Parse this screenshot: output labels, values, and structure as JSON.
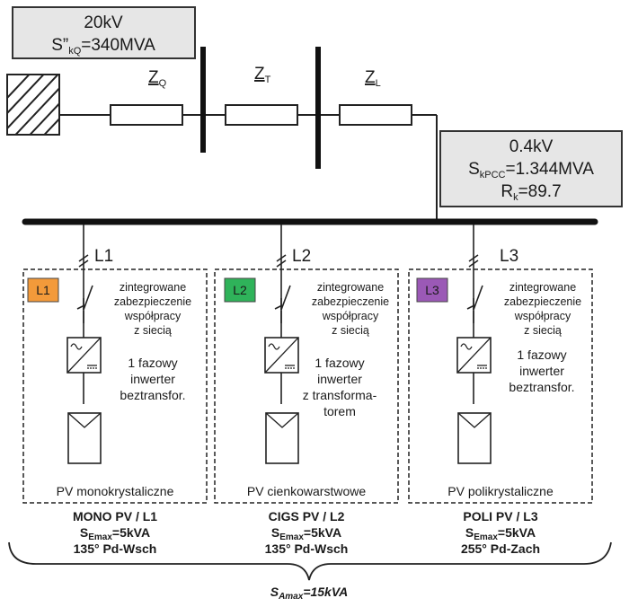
{
  "source": {
    "voltage": "20kV",
    "sk_main": "S”",
    "sk_sub": "kQ",
    "sk_value": "=340MVA"
  },
  "impedances": {
    "zq_main": "Z",
    "zq_sub": "Q",
    "zt_main": "Z",
    "zt_sub": "T",
    "zl_main": "Z",
    "zl_sub": "L"
  },
  "pcc": {
    "voltage": "0.4kV",
    "sk_main": "S",
    "sk_sub": "kPCC",
    "sk_value": "=1.344MVA",
    "rk_main": "R",
    "rk_sub": "k",
    "rk_value": "=89.7"
  },
  "feeders": [
    {
      "line": "L1",
      "badge": "L1",
      "badge_color": "#f39a3a",
      "protection": [
        "zintegrowane",
        "zabezpieczenie",
        "współpracy",
        "z siecią"
      ],
      "inverter": [
        "1 fazowy",
        "inwerter",
        "beztransfor."
      ],
      "pv": "PV monokrystaliczne",
      "caption_title": "MONO PV / L1",
      "caption_s_main": "S",
      "caption_s_sub": "Emax",
      "caption_s_value": "=5kVA",
      "caption_orientation": "135° Pd-Wsch"
    },
    {
      "line": "L2",
      "badge": "L2",
      "badge_color": "#2fb35a",
      "protection": [
        "zintegrowane",
        "zabezpieczenie",
        "współpracy",
        "z siecią"
      ],
      "inverter": [
        "1 fazowy",
        "inwerter",
        "z transforma-",
        "torem"
      ],
      "pv": "PV cienkowarstwowe",
      "caption_title": "CIGS PV / L2",
      "caption_s_main": "S",
      "caption_s_sub": "Emax",
      "caption_s_value": "=5kVA",
      "caption_orientation": "135° Pd-Wsch"
    },
    {
      "line": "L3",
      "badge": "L3",
      "badge_color": "#9b59b6",
      "protection": [
        "zintegrowane",
        "zabezpieczenie",
        "współpracy",
        "z siecią"
      ],
      "inverter": [
        "1 fazowy",
        "inwerter",
        "beztransfor."
      ],
      "pv": "PV polikrystaliczne",
      "caption_title": "POLI PV / L3",
      "caption_s_main": "S",
      "caption_s_sub": "Emax",
      "caption_s_value": "=5kVA",
      "caption_orientation": "255° Pd-Zach"
    }
  ],
  "total": {
    "main": "S",
    "sub": "Amax",
    "value": "=15kVA"
  }
}
